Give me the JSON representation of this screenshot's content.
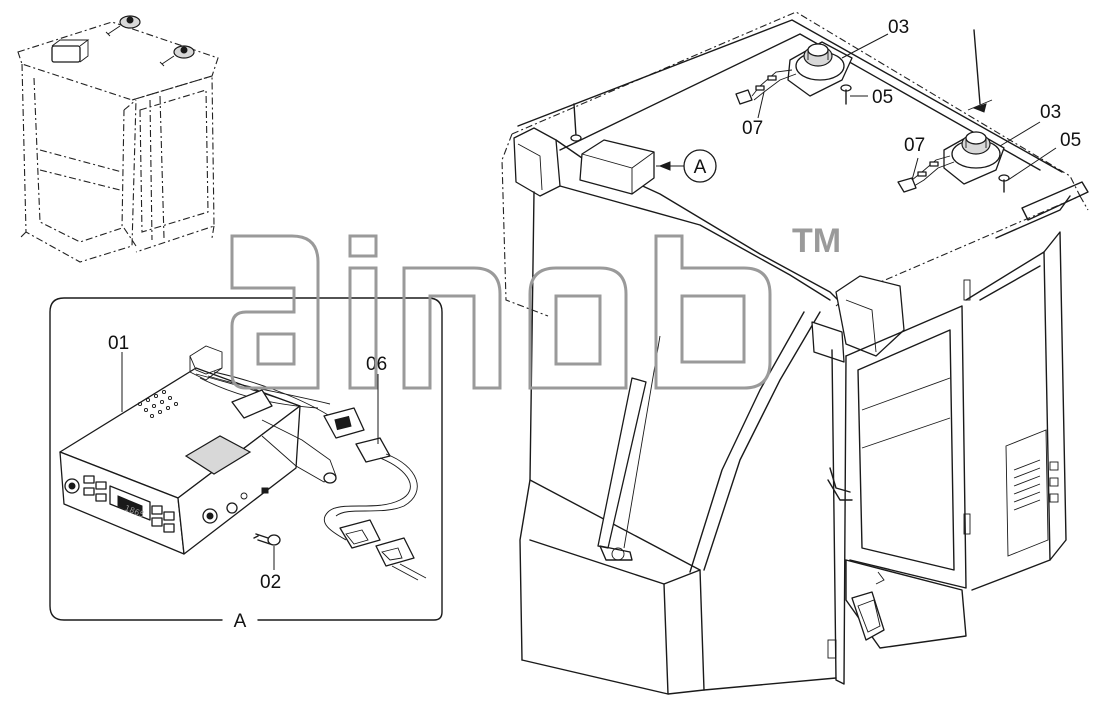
{
  "labels": {
    "radio": "01",
    "screw": "02",
    "speaker_right": "03",
    "speaker_left": "03",
    "bolt_right": "05",
    "bolt_left": "05",
    "harness": "06",
    "connector_right": "07",
    "connector_left": "07",
    "detail_ref_view": "A",
    "detail_ref_box": "A"
  },
  "watermark": {
    "tm": "TM"
  }
}
